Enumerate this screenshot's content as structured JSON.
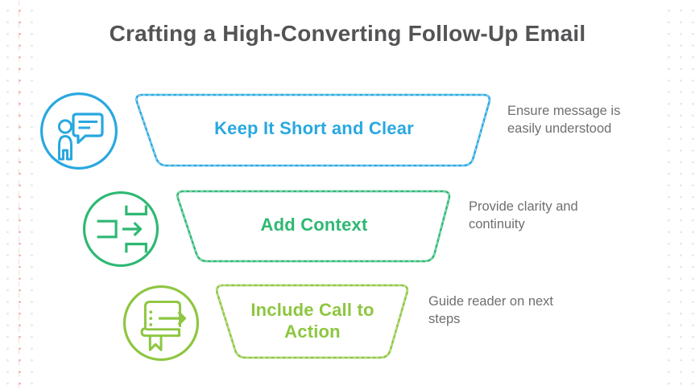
{
  "title": "Crafting a High-Converting Follow-Up Email",
  "steps": [
    {
      "label": "Keep It Short and Clear",
      "description": "Ensure message is easily understood",
      "accent_color": "#29a8e0",
      "icon": "person-chat-icon"
    },
    {
      "label": "Add Context",
      "description": "Provide clarity and continuity",
      "accent_color": "#2eb873",
      "icon": "merge-arrows-icon"
    },
    {
      "label": "Include Call to Action",
      "description": "Guide reader on next steps",
      "accent_color": "#8dc63f",
      "icon": "book-arrow-icon"
    }
  ],
  "colors": {
    "title_text": "#545456",
    "description_text": "#6e6f71",
    "background": "#ffffff",
    "dot_grid_gray": "#e7e7e7",
    "dot_grid_pink": "#f3b4af"
  }
}
